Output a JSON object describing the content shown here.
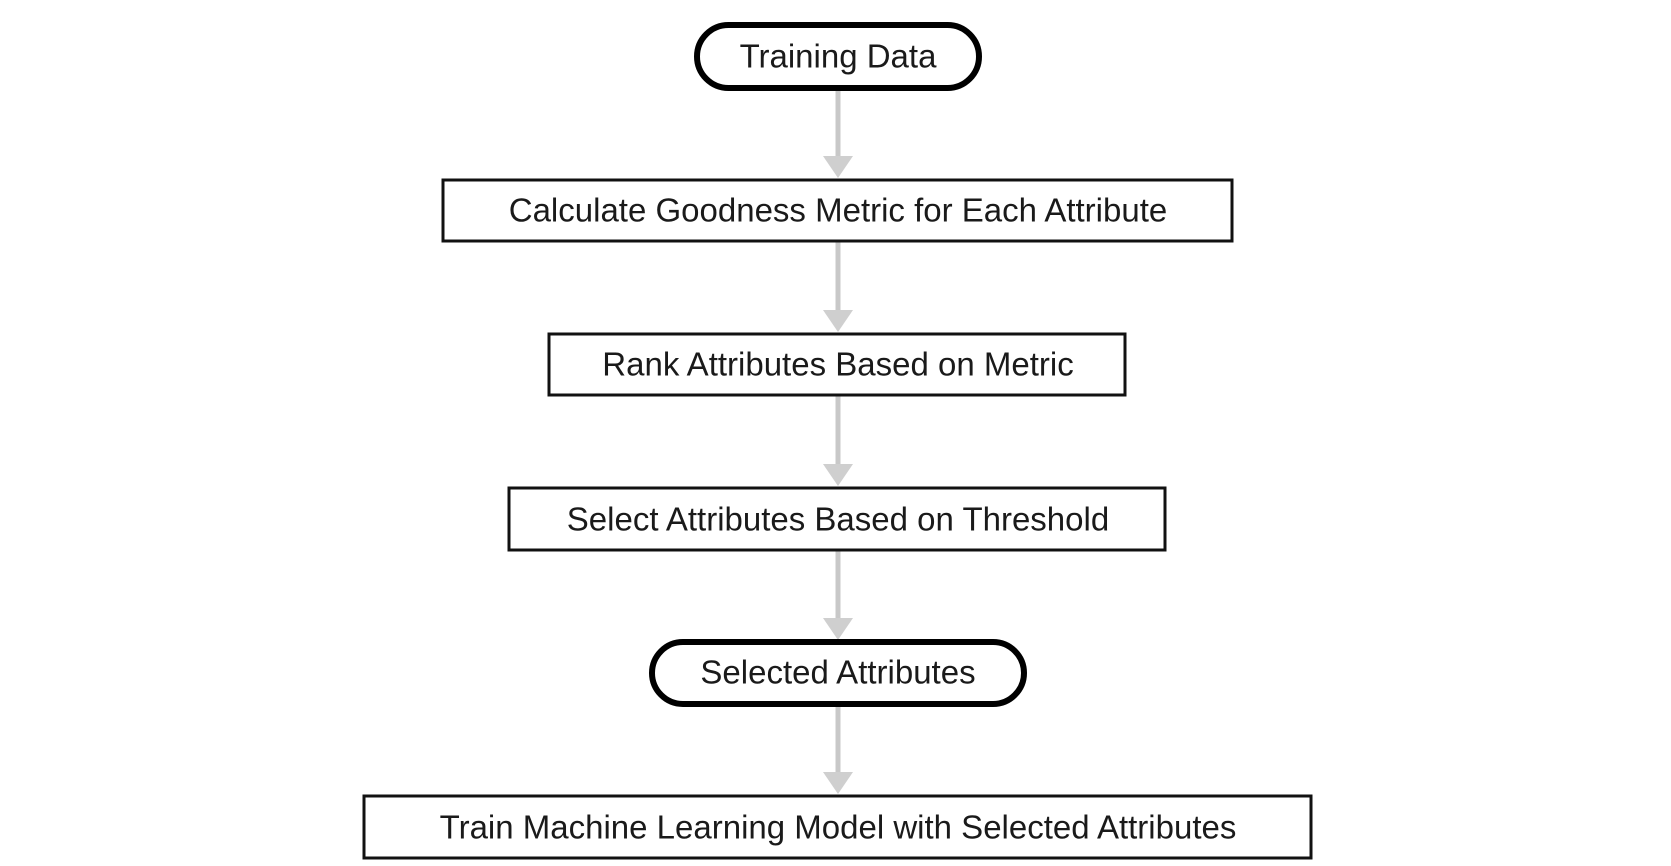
{
  "diagram": {
    "type": "flowchart",
    "nodes": [
      {
        "id": "n1",
        "label": "Training Data",
        "shape": "terminal"
      },
      {
        "id": "n2",
        "label": "Calculate Goodness Metric for Each Attribute",
        "shape": "process"
      },
      {
        "id": "n3",
        "label": "Rank Attributes Based on Metric",
        "shape": "process"
      },
      {
        "id": "n4",
        "label": "Select Attributes Based on Threshold",
        "shape": "process"
      },
      {
        "id": "n5",
        "label": "Selected Attributes",
        "shape": "terminal"
      },
      {
        "id": "n6",
        "label": "Train Machine Learning Model with Selected Attributes",
        "shape": "process"
      }
    ],
    "edges": [
      {
        "from": "n1",
        "to": "n2"
      },
      {
        "from": "n2",
        "to": "n3"
      },
      {
        "from": "n3",
        "to": "n4"
      },
      {
        "from": "n4",
        "to": "n5"
      },
      {
        "from": "n5",
        "to": "n6"
      }
    ],
    "colors": {
      "edge": "#c8c8c8",
      "node_border": "#111111",
      "text": "#1a1a1a"
    }
  }
}
